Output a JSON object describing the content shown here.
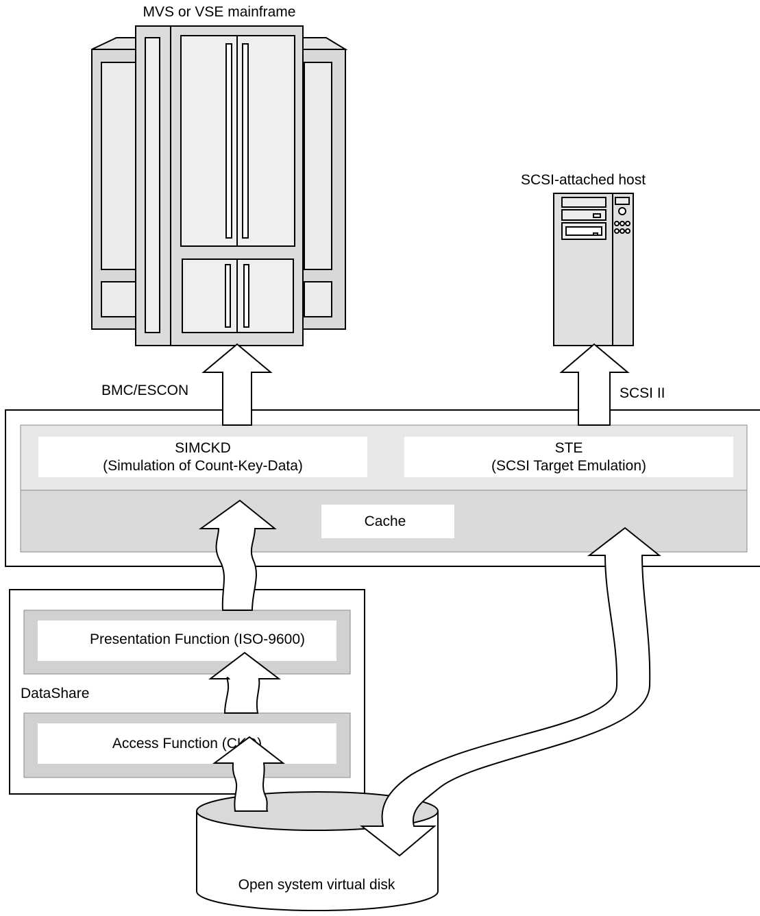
{
  "mainframe": {
    "label": "MVS or VSE mainframe"
  },
  "scsi_host": {
    "label": "SCSI-attached host"
  },
  "links": {
    "left_label": "BMC/ESCON",
    "right_label": "SCSI II"
  },
  "subsystem": {
    "simckd_title": "SIMCKD",
    "simckd_subtitle": "(Simulation of Count-Key-Data)",
    "ste_title": "STE",
    "ste_subtitle": "(SCSI Target Emulation)",
    "cache_label": "Cache"
  },
  "datashare": {
    "label": "DataShare",
    "presentation_label": "Presentation Function (ISO-9600)",
    "access_label": "Access Function (CKD)"
  },
  "disk": {
    "label": "Open system virtual disk"
  },
  "colors": {
    "panel_gray": "#e6e7e8",
    "cache_gray": "#d9dadb",
    "box_gray": "#d0d1d3",
    "line": "#000000"
  }
}
